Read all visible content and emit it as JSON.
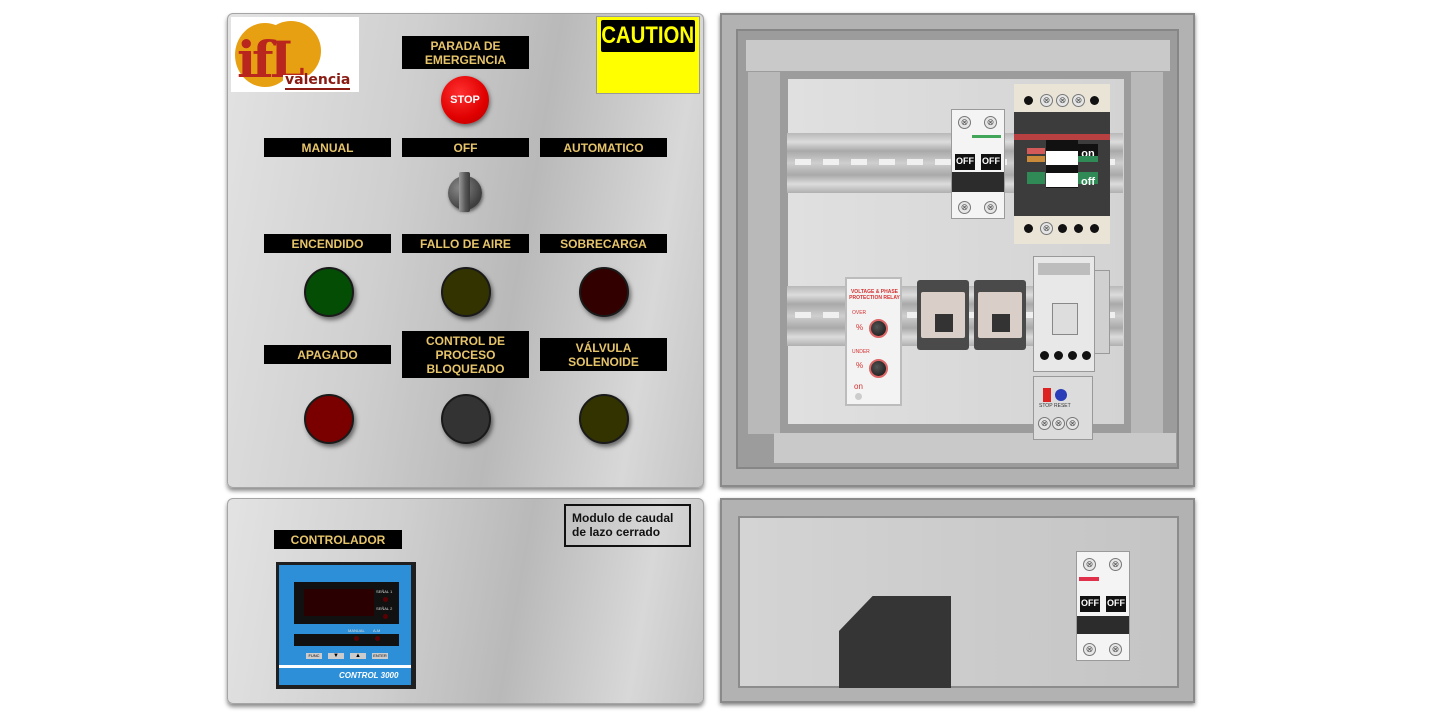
{
  "logo": {
    "letters": "ifL",
    "subtitle": "valencia"
  },
  "caution": {
    "text": "CAUTION"
  },
  "emergency": {
    "label": "PARADA DE\nEMERGENCIA",
    "button": "STOP"
  },
  "mode": {
    "manual": "MANUAL",
    "off": "OFF",
    "auto": "AUTOMATICO"
  },
  "indicators": {
    "encendido": {
      "label": "ENCENDIDO",
      "color": "#034d05"
    },
    "fallo_aire": {
      "label": "FALLO DE AIRE",
      "color": "#333300"
    },
    "sobrecarga": {
      "label": "SOBRECARGA",
      "color": "#330000"
    },
    "apagado": {
      "label": "APAGADO",
      "color": "#7a0000"
    },
    "bloqueado": {
      "label": "CONTROL DE\nPROCESO\nBLOQUEADO",
      "color": "#333333"
    },
    "valvula": {
      "label": "VÁLVULA\nSOLENOIDE",
      "color": "#333300"
    }
  },
  "controller": {
    "label": "CONTROLADOR",
    "signal1": "SEÑAL 1",
    "signal2": "SEÑAL 2",
    "manual": "MANUAL",
    "am": "A-M",
    "func": "FUNC",
    "enter": "ENTER",
    "brand": "CONTROL 3000"
  },
  "module_note": "Modulo de caudal\nde lazo cerrado",
  "cabinet": {
    "breaker_off_1": "OFF",
    "breaker_off_2": "OFF",
    "mccb_on": "on",
    "mccb_off": "off",
    "relay_title": "VOLTAGE & PHASE\nPROTECTION RELAY",
    "relay_over": "OVER",
    "relay_under": "UNDER",
    "relay_pct": "%",
    "relay_on": "on",
    "overload_stop": "STOP",
    "overload_reset": "RESET"
  },
  "lower_cabinet": {
    "breaker_off_1": "OFF",
    "breaker_off_2": "OFF"
  }
}
